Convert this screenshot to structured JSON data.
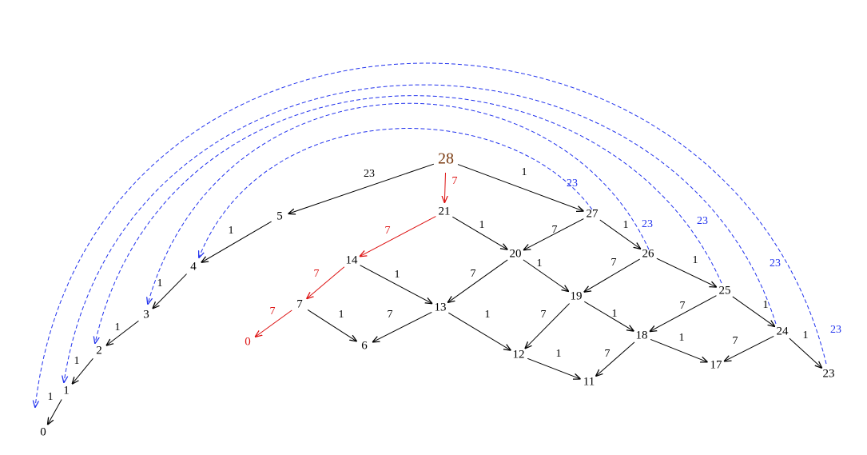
{
  "colors": {
    "edge": "#000000",
    "text": "#000000",
    "highlight": "#dd1111",
    "root": "#7a3a10",
    "arc": "#2233ee"
  },
  "nodes": [
    {
      "id": "n28",
      "label": "28",
      "style": "root"
    },
    {
      "id": "n5",
      "label": "5"
    },
    {
      "id": "n21",
      "label": "21"
    },
    {
      "id": "n27",
      "label": "27"
    },
    {
      "id": "n4",
      "label": "4"
    },
    {
      "id": "n14",
      "label": "14"
    },
    {
      "id": "n20",
      "label": "20"
    },
    {
      "id": "n26",
      "label": "26"
    },
    {
      "id": "n3",
      "label": "3"
    },
    {
      "id": "n7",
      "label": "7"
    },
    {
      "id": "n13",
      "label": "13"
    },
    {
      "id": "n19",
      "label": "19"
    },
    {
      "id": "n25",
      "label": "25"
    },
    {
      "id": "n2",
      "label": "2"
    },
    {
      "id": "n0r",
      "label": "0",
      "style": "highlight"
    },
    {
      "id": "n6",
      "label": "6"
    },
    {
      "id": "n12",
      "label": "12"
    },
    {
      "id": "n18",
      "label": "18"
    },
    {
      "id": "n24",
      "label": "24"
    },
    {
      "id": "n1",
      "label": "1"
    },
    {
      "id": "n11",
      "label": "11"
    },
    {
      "id": "n17",
      "label": "17"
    },
    {
      "id": "n23",
      "label": "23"
    },
    {
      "id": "n0",
      "label": "0"
    }
  ],
  "edges": [
    {
      "from": "n28",
      "to": "n5",
      "label": "23"
    },
    {
      "from": "n28",
      "to": "n21",
      "label": "7",
      "style": "highlight"
    },
    {
      "from": "n28",
      "to": "n27",
      "label": "1"
    },
    {
      "from": "n5",
      "to": "n4",
      "label": "1"
    },
    {
      "from": "n4",
      "to": "n3",
      "label": "1"
    },
    {
      "from": "n3",
      "to": "n2",
      "label": "1"
    },
    {
      "from": "n2",
      "to": "n1",
      "label": "1"
    },
    {
      "from": "n1",
      "to": "n0",
      "label": "1"
    },
    {
      "from": "n21",
      "to": "n14",
      "label": "7",
      "style": "highlight"
    },
    {
      "from": "n21",
      "to": "n20",
      "label": "1"
    },
    {
      "from": "n27",
      "to": "n20",
      "label": "7"
    },
    {
      "from": "n27",
      "to": "n26",
      "label": "1"
    },
    {
      "from": "n14",
      "to": "n7",
      "label": "7",
      "style": "highlight"
    },
    {
      "from": "n14",
      "to": "n13",
      "label": "1"
    },
    {
      "from": "n20",
      "to": "n13",
      "label": "7"
    },
    {
      "from": "n20",
      "to": "n19",
      "label": "1"
    },
    {
      "from": "n26",
      "to": "n19",
      "label": "7"
    },
    {
      "from": "n26",
      "to": "n25",
      "label": "1"
    },
    {
      "from": "n7",
      "to": "n0r",
      "label": "7",
      "style": "highlight"
    },
    {
      "from": "n7",
      "to": "n6",
      "label": "1"
    },
    {
      "from": "n13",
      "to": "n6",
      "label": "7"
    },
    {
      "from": "n13",
      "to": "n12",
      "label": "1"
    },
    {
      "from": "n19",
      "to": "n12",
      "label": "7"
    },
    {
      "from": "n19",
      "to": "n18",
      "label": "1"
    },
    {
      "from": "n25",
      "to": "n18",
      "label": "7"
    },
    {
      "from": "n25",
      "to": "n24",
      "label": "1"
    },
    {
      "from": "n12",
      "to": "n11",
      "label": "1"
    },
    {
      "from": "n18",
      "to": "n11",
      "label": "7"
    },
    {
      "from": "n18",
      "to": "n17",
      "label": "1"
    },
    {
      "from": "n24",
      "to": "n17",
      "label": "7"
    },
    {
      "from": "n24",
      "to": "n23",
      "label": "1"
    }
  ],
  "arcs": [
    {
      "from": "n27",
      "to": "n4",
      "label": "23"
    },
    {
      "from": "n26",
      "to": "n3",
      "label": "23"
    },
    {
      "from": "n25",
      "to": "n2",
      "label": "23"
    },
    {
      "from": "n24",
      "to": "n1",
      "label": "23"
    },
    {
      "from": "n23",
      "to": "n0",
      "label": "23"
    }
  ]
}
